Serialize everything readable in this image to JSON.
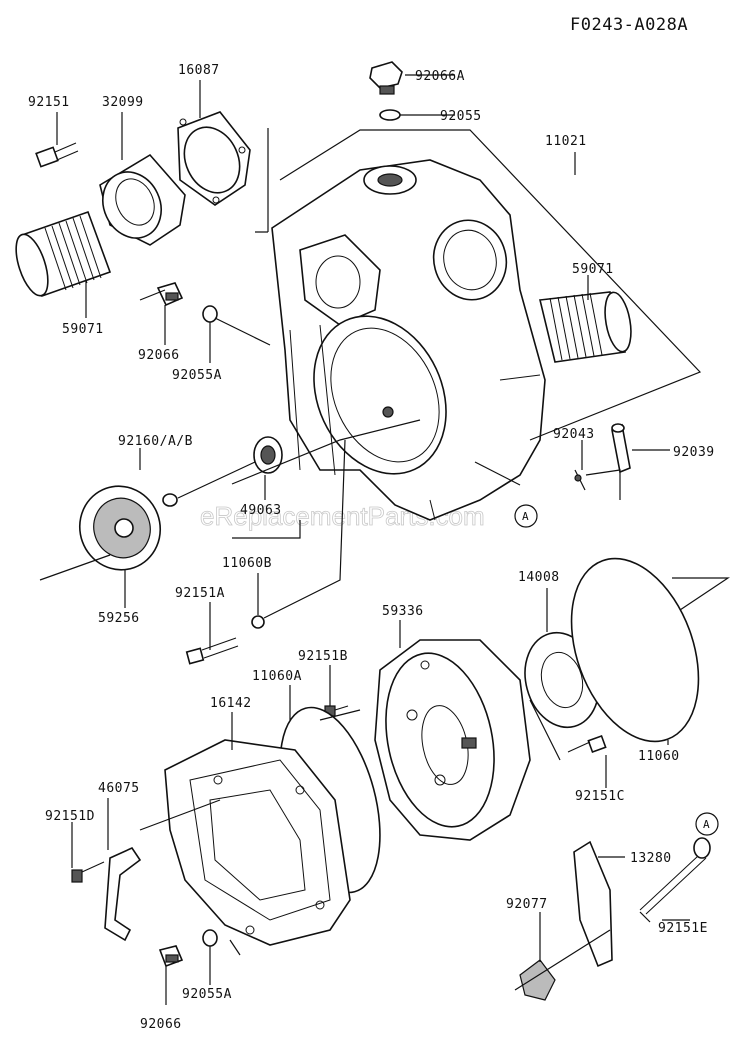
{
  "diagram_code": "F0243-A028A",
  "watermark": "eReplacementParts.com",
  "ref_marker": "A",
  "parts": [
    {
      "id": "92151",
      "name": "bolt-top-left"
    },
    {
      "id": "32099",
      "name": "flange-cap"
    },
    {
      "id": "16087",
      "name": "gasket-top"
    },
    {
      "id": "92066A",
      "name": "plug-top"
    },
    {
      "id": "92055",
      "name": "o-ring-top"
    },
    {
      "id": "11021",
      "name": "pump-housing"
    },
    {
      "id": "59071",
      "name": "coupling-left"
    },
    {
      "id": "59071",
      "name": "coupling-right"
    },
    {
      "id": "92066",
      "name": "plug-left"
    },
    {
      "id": "92055A",
      "name": "o-ring-left"
    },
    {
      "id": "92043",
      "name": "pin"
    },
    {
      "id": "92039",
      "name": "pin-long"
    },
    {
      "id": "92160/A/B",
      "name": "shim"
    },
    {
      "id": "49063",
      "name": "impeller-nut"
    },
    {
      "id": "11060B",
      "name": "washer"
    },
    {
      "id": "59256",
      "name": "impeller"
    },
    {
      "id": "92151A",
      "name": "bolt-mid"
    },
    {
      "id": "59336",
      "name": "volute-case"
    },
    {
      "id": "14008",
      "name": "wear-plate"
    },
    {
      "id": "92151B",
      "name": "bolt-small"
    },
    {
      "id": "11060A",
      "name": "o-ring-large"
    },
    {
      "id": "16142",
      "name": "pump-cover"
    },
    {
      "id": "11060",
      "name": "o-ring-cover"
    },
    {
      "id": "46075",
      "name": "handle-bracket"
    },
    {
      "id": "92151C",
      "name": "bolt-case"
    },
    {
      "id": "92151D",
      "name": "bolt-bottom-left"
    },
    {
      "id": "13280",
      "name": "lever"
    },
    {
      "id": "92077",
      "name": "knob"
    },
    {
      "id": "92151E",
      "name": "bolt-eye"
    },
    {
      "id": "92055A",
      "name": "o-ring-bottom"
    },
    {
      "id": "92066",
      "name": "plug-bottom"
    }
  ]
}
